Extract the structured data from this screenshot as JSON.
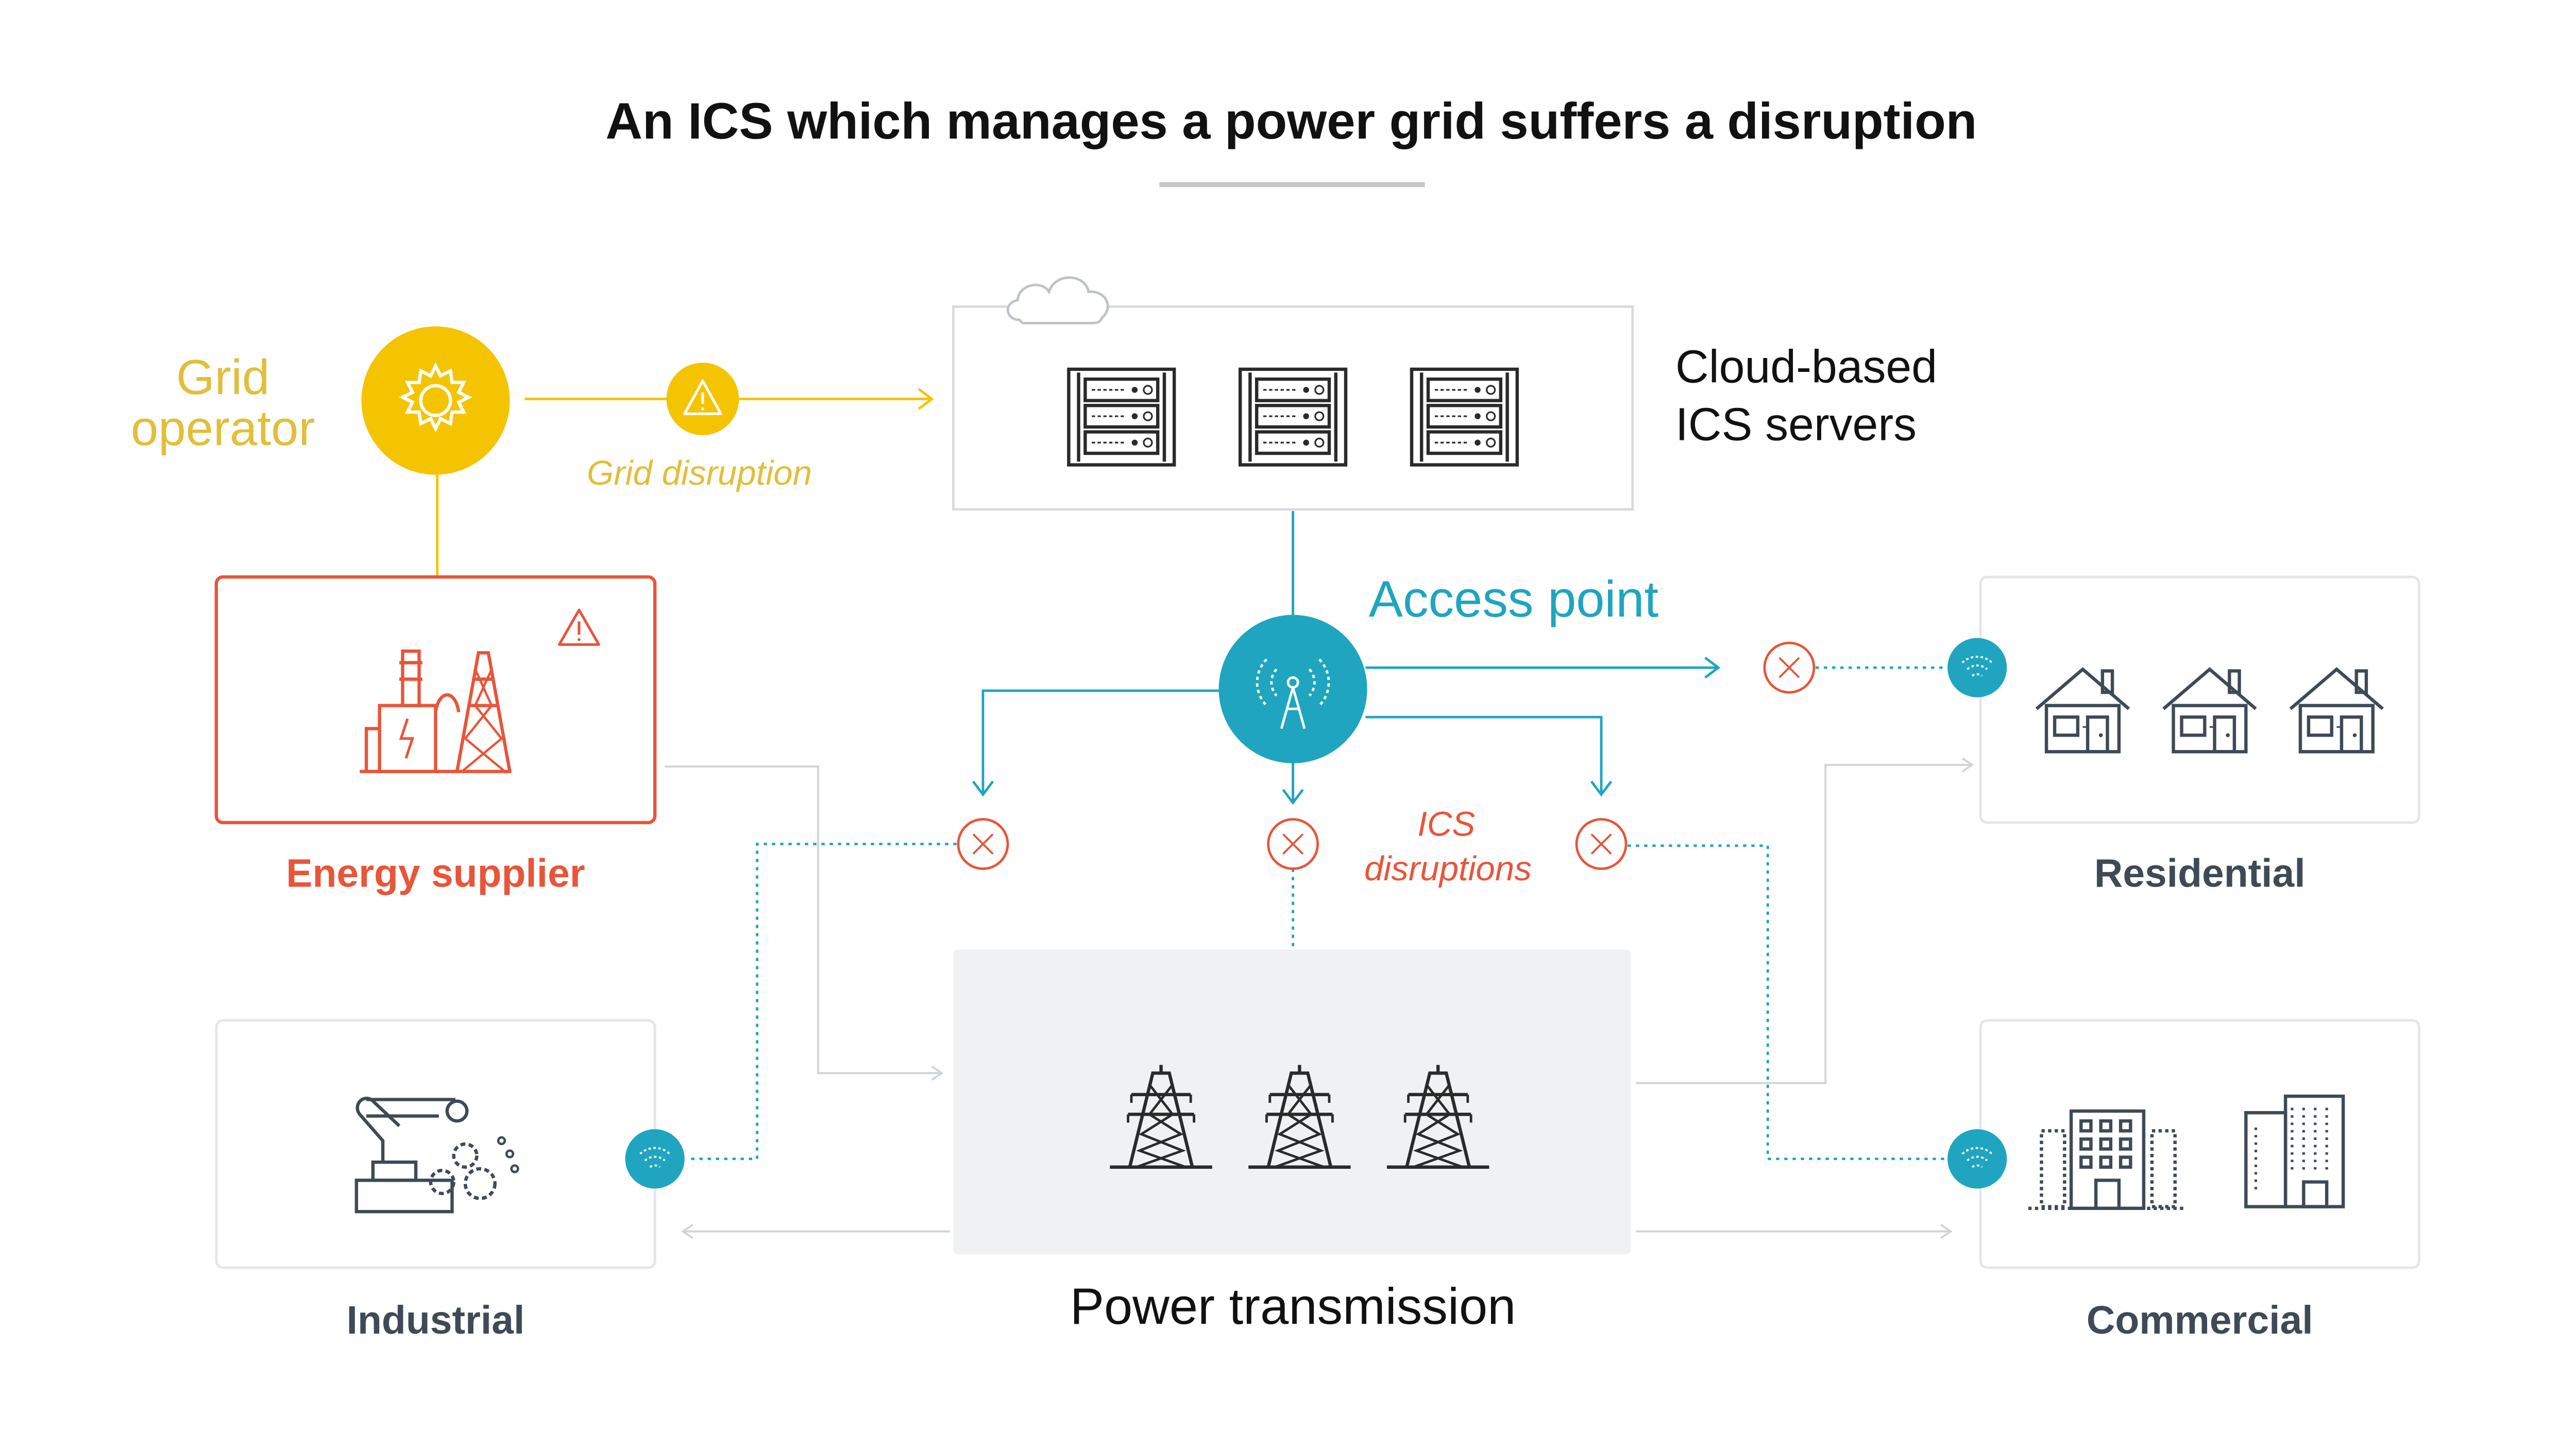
{
  "title": "An ICS which manages a power grid suffers a disruption",
  "grid_operator": {
    "line1": "Grid",
    "line2": "operator",
    "icon": "gear-icon"
  },
  "grid_disruption_label": "Grid disruption",
  "cloud_servers": {
    "line1": "Cloud-based",
    "line2": "ICS servers",
    "icon": "server-rack-icon"
  },
  "access_point": {
    "label": "Access point",
    "icon": "antenna-icon"
  },
  "ics_disruptions": {
    "line1": "ICS",
    "line2": "disruptions"
  },
  "energy_supplier": {
    "label": "Energy supplier",
    "icon": "power-plant-icon"
  },
  "residential": {
    "label": "Residential",
    "icon": "house-icon"
  },
  "industrial": {
    "label": "Industrial",
    "icon": "factory-robot-icon"
  },
  "commercial": {
    "label": "Commercial",
    "icon": "office-building-icon"
  },
  "power_transmission": {
    "label": "Power transmission",
    "icon": "transmission-tower-icon"
  },
  "colors": {
    "grid_operator": "#F5C400",
    "grid_operator_text": "#E2BE3A",
    "energy_supplier": "#E8553A",
    "access_point": "#1FA5C0",
    "disruption": "#E8553A",
    "sector_label": "#3E4A56",
    "panel_fill": "#F0F1F2",
    "box_border": "#E4E6E8"
  }
}
